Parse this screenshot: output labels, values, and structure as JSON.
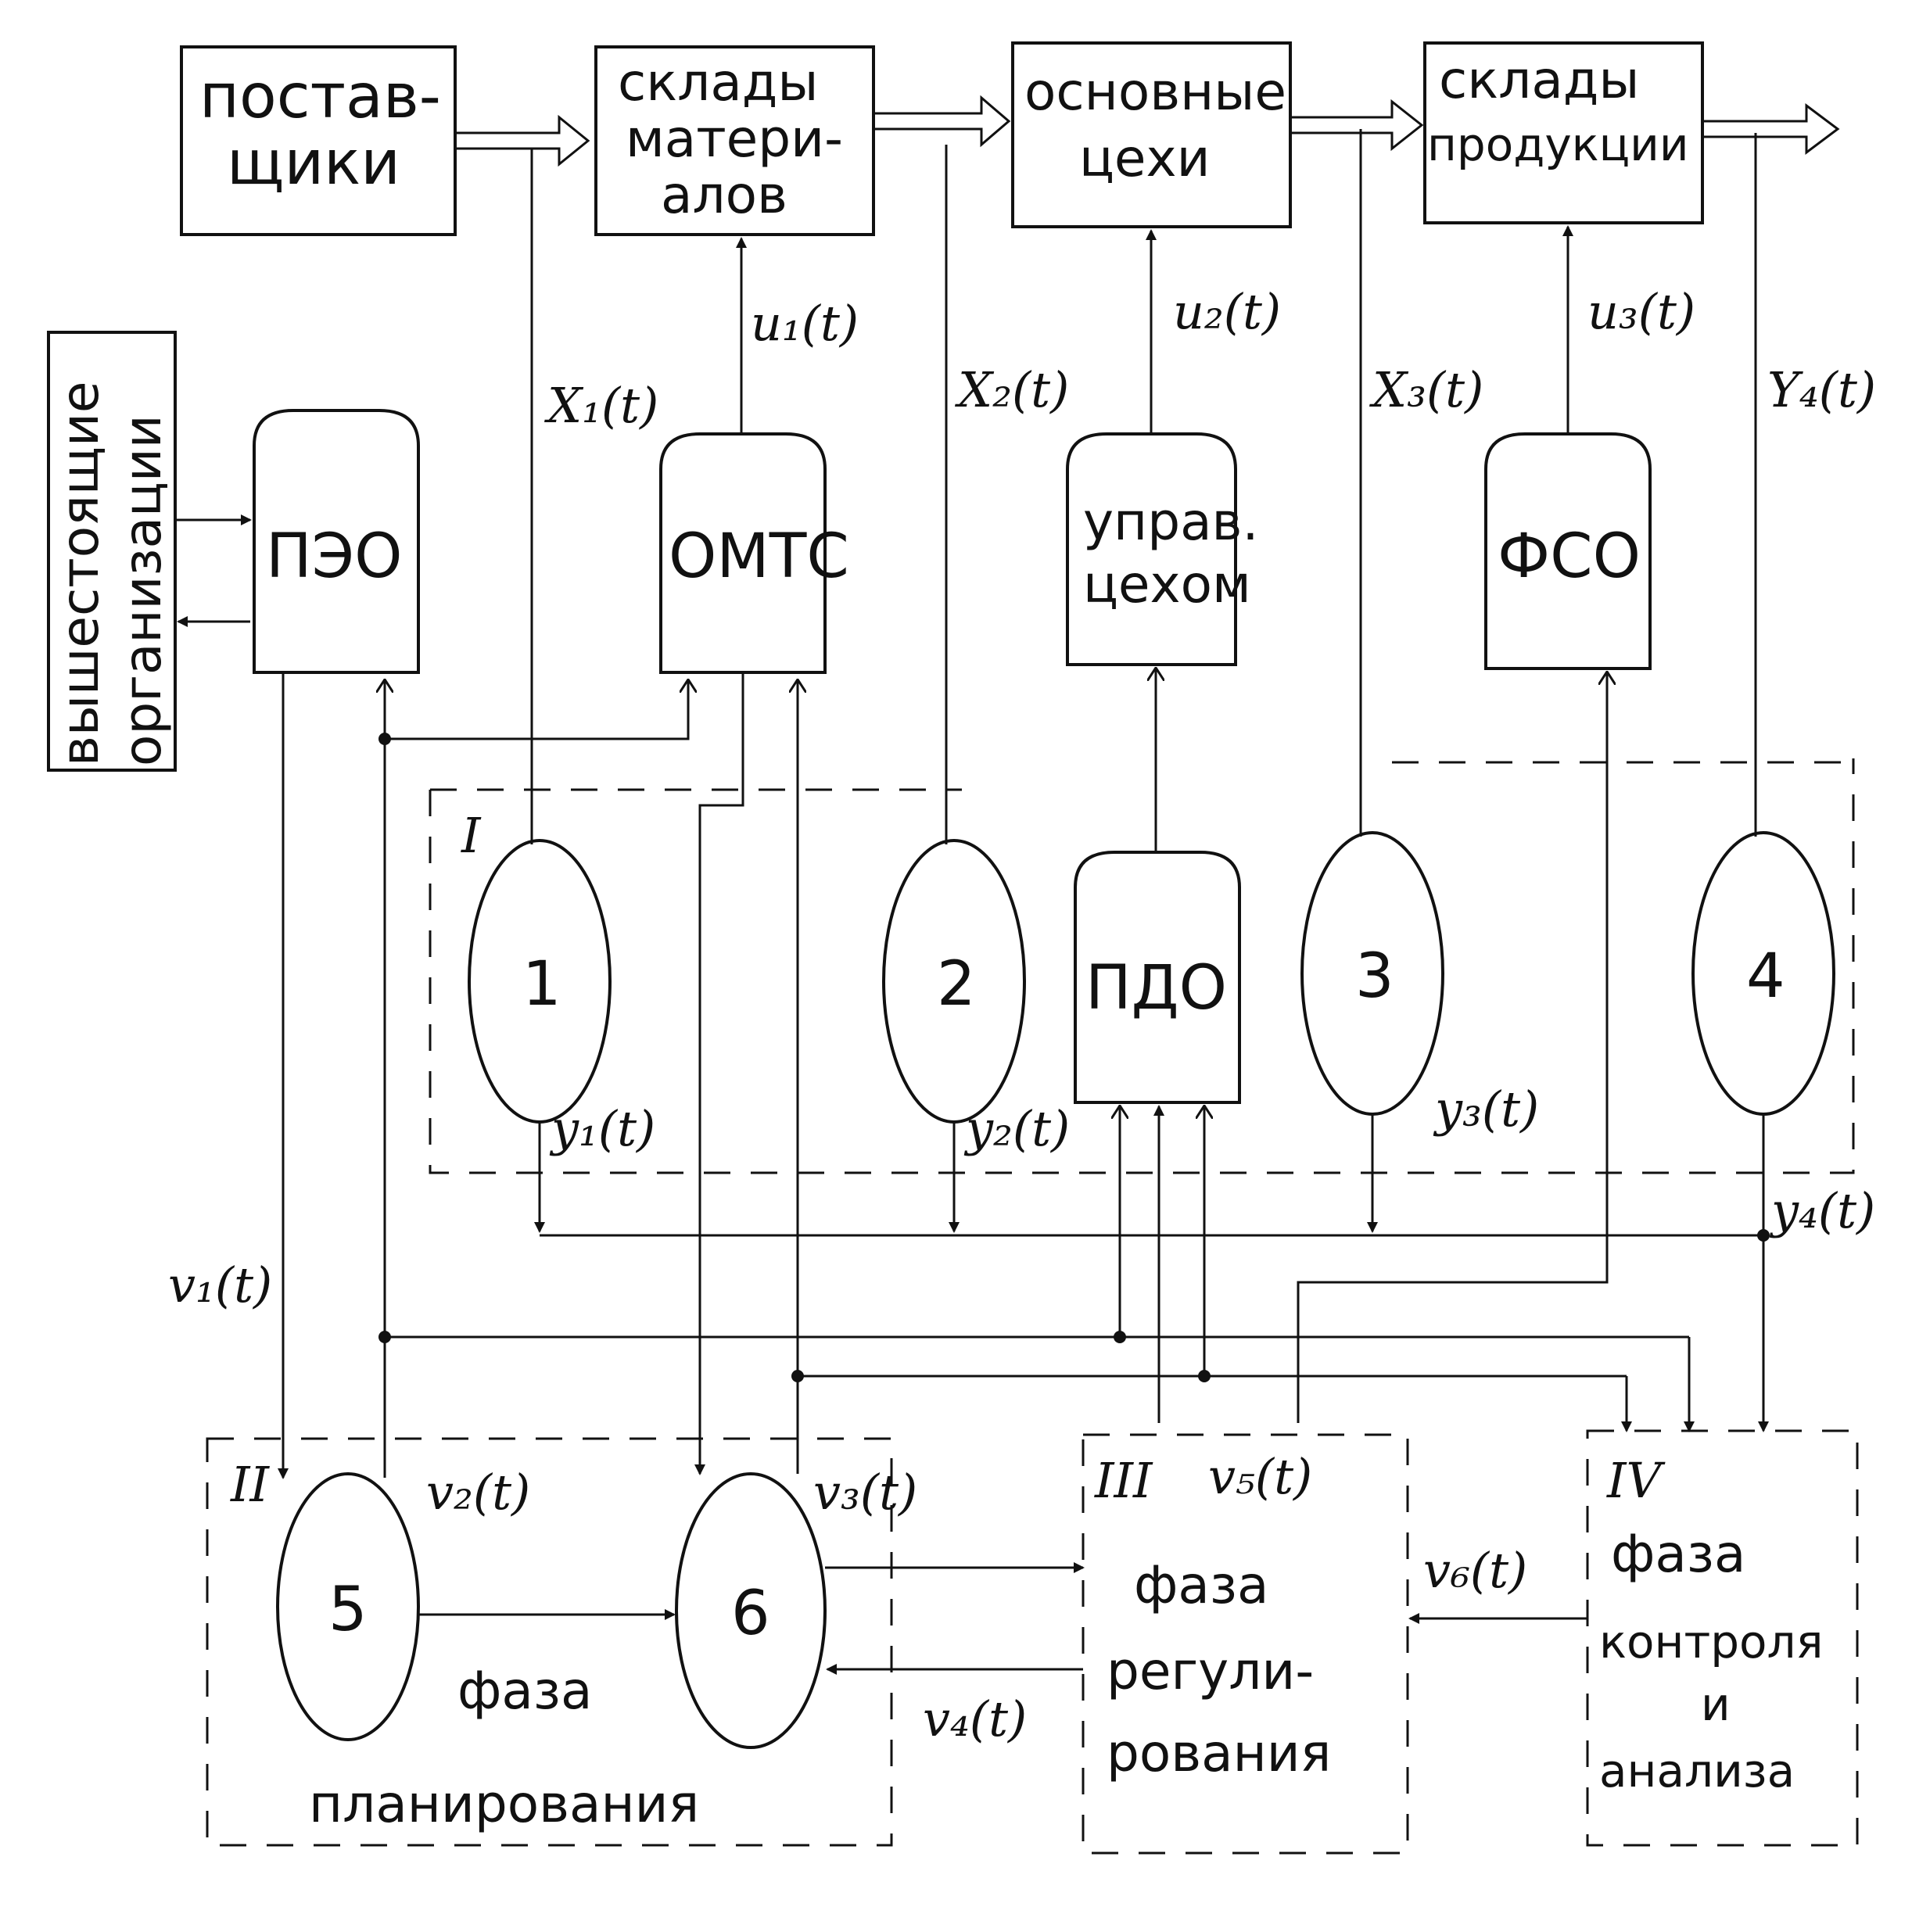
{
  "blocks": {
    "suppliers": [
      "постав-",
      "щики"
    ],
    "materials_warehouses": [
      "склады",
      "матери-",
      "алов"
    ],
    "main_shops": [
      "основные",
      "цехи"
    ],
    "product_warehouses": [
      "склады",
      "продукции"
    ],
    "higher_orgs": [
      "вышестоящие",
      "организации"
    ]
  },
  "departments": {
    "peo": "ПЭО",
    "omts": "ОМТС",
    "shop_mgmt": [
      "управ.",
      "цехом"
    ],
    "fso": "ФСО",
    "pdo": "ПДО"
  },
  "nodes": [
    "1",
    "2",
    "3",
    "4",
    "5",
    "6"
  ],
  "zones": {
    "z1": "I",
    "z2": "II",
    "z3": "III",
    "z4": "IV"
  },
  "phases": {
    "planning": [
      "фаза",
      "планирования"
    ],
    "regulation": [
      "фаза",
      "регули-",
      "рования"
    ],
    "control": [
      "фаза",
      "контроля",
      "и",
      "анализа"
    ]
  },
  "signals": {
    "x1": "X₁(t)",
    "x2": "X₂(t)",
    "x3": "X₃(t)",
    "y4top": "Y₄(t)",
    "u1": "u₁(t)",
    "u2": "u₂(t)",
    "u3": "u₃(t)",
    "y1": "y₁(t)",
    "y2": "y₂(t)",
    "y3": "y₃(t)",
    "y4": "y₄(t)",
    "v1": "v₁(t)",
    "v2": "v₂(t)",
    "v3": "v₃(t)",
    "v4": "v₄(t)",
    "v5": "v₅(t)",
    "v6": "v₆(t)"
  }
}
